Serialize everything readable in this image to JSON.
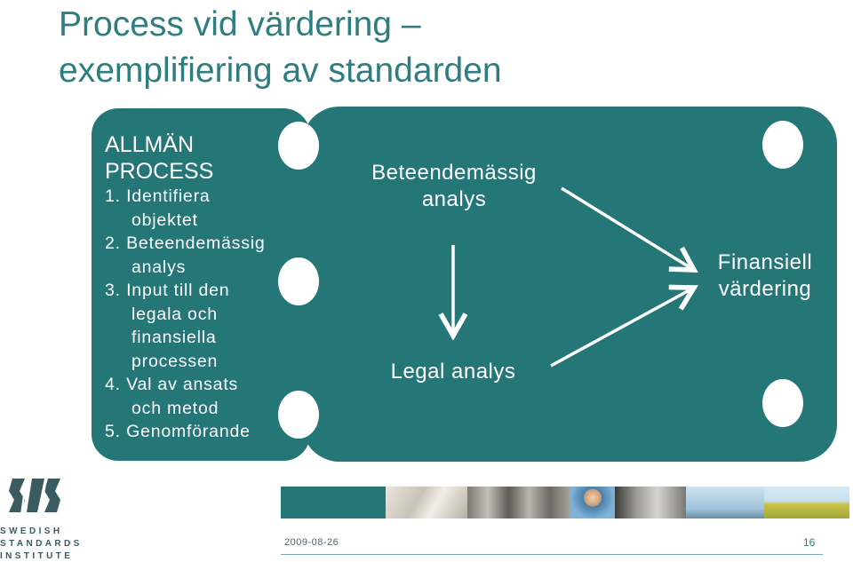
{
  "title": {
    "line1": "Process vid värdering –",
    "line2": "exemplifiering av standarden"
  },
  "general_process": {
    "heading_line1": "ALLMÄN",
    "heading_line2": "PROCESS",
    "steps": [
      {
        "line1": "1. Identifiera",
        "line2": "objektet"
      },
      {
        "line1": "2. Beteendemässig",
        "line2": "analys"
      },
      {
        "line1": "3. Input till den",
        "line2": "legala och",
        "line3": "finansiella",
        "line4": "processen"
      },
      {
        "line1": "4. Val av ansats",
        "line2": "och metod"
      },
      {
        "line1": "5. Genomförande"
      }
    ]
  },
  "flow": {
    "behavioral_line1": "Beteendemässig",
    "behavioral_line2": "analys",
    "legal": "Legal analys",
    "financial_line1": "Finansiell",
    "financial_line2": "värdering"
  },
  "logo": {
    "mark": "SIS",
    "word1": "SWEDISH",
    "word2": "STANDARDS",
    "word3": "INSTITUTE"
  },
  "footer": {
    "date": "2009-08-26",
    "page": "16"
  },
  "colors": {
    "title": "#2e7e7f",
    "panel": "#247776",
    "logo": "#3a5b61"
  }
}
